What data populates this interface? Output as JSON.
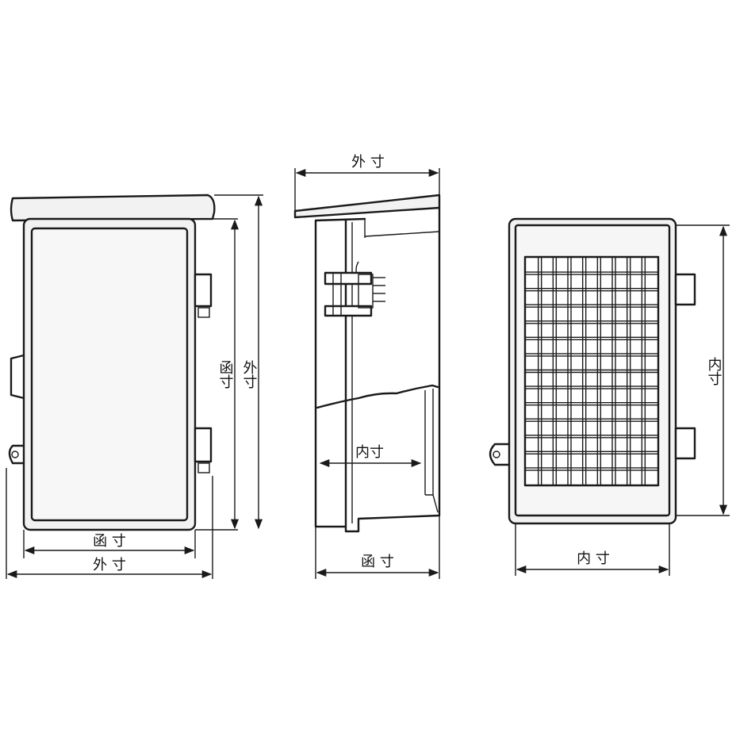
{
  "labels": {
    "front_box_dim": "函 寸",
    "front_outer_dim": "外 寸",
    "front_box_height": "函寸",
    "front_outer_height": "外寸",
    "side_outer_dim": "外 寸",
    "side_inner_dim": "内寸",
    "side_box_dim": "函 寸",
    "back_inner_width": "内 寸",
    "back_inner_height": "内寸"
  },
  "grid": {
    "columns": 9,
    "rows": 14
  }
}
